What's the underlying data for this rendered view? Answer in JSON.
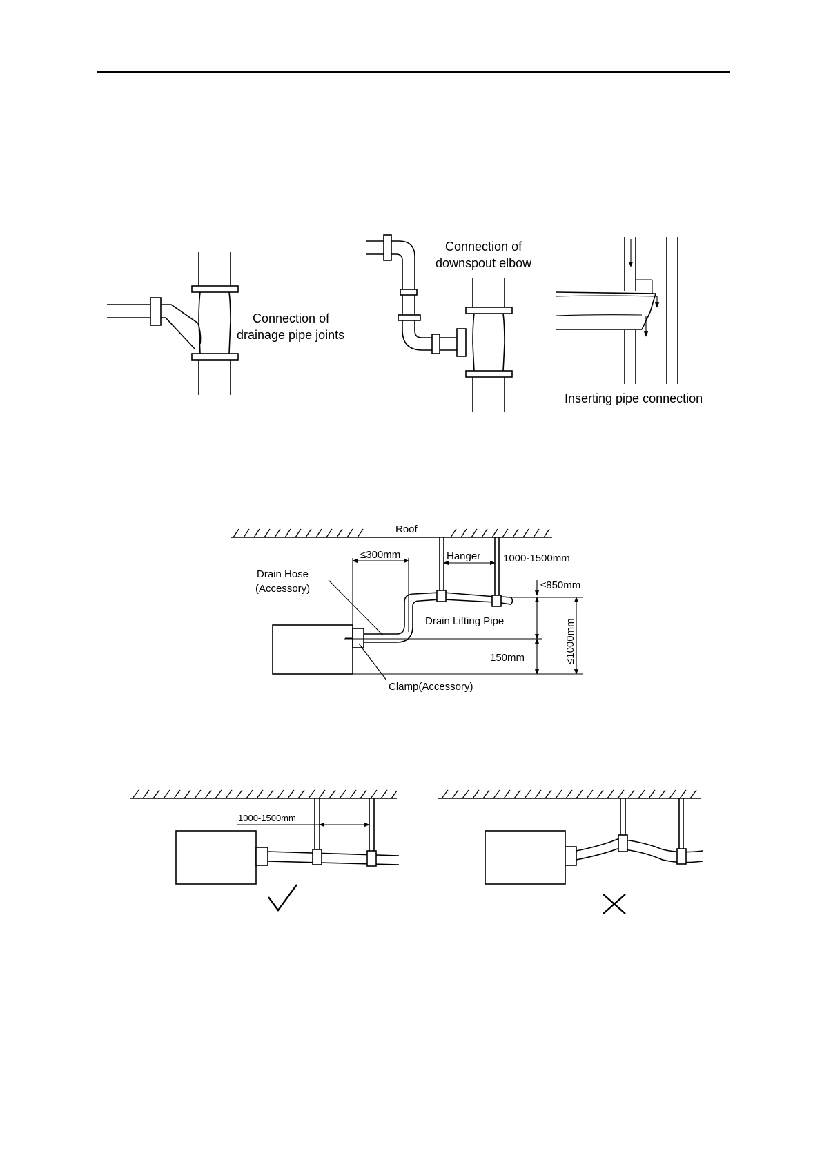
{
  "figure1": {
    "joint_caption_line1": "Connection of",
    "joint_caption_line2": "drainage pipe joints",
    "elbow_caption_line1": "Connection of",
    "elbow_caption_line2": "downspout elbow",
    "insert_caption": "Inserting pipe connection"
  },
  "figure2": {
    "roof": "Roof",
    "hanger": "Hanger",
    "dim_300": "≤300mm",
    "dim_span": "1000-1500mm",
    "dim_850": "≤850mm",
    "drain_hose_line1": "Drain Hose",
    "drain_hose_line2": "(Accessory)",
    "drain_lifting_pipe": "Drain Lifting Pipe",
    "dim_150": "150mm",
    "dim_1000": "≤1000mm",
    "clamp": "Clamp(Accessory)"
  },
  "figure3": {
    "dim_span": "1000-1500mm",
    "correct_mark": "check-mark",
    "wrong_mark": "cross-mark"
  }
}
